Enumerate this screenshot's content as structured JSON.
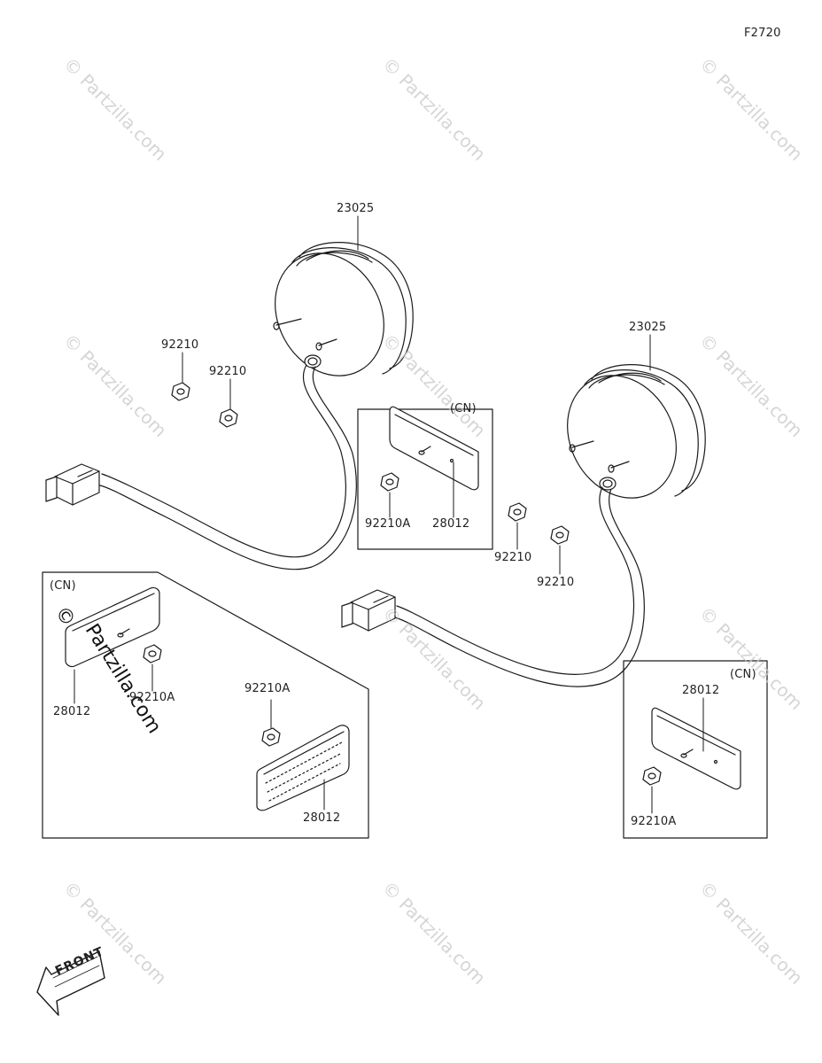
{
  "figure_code": "F2720",
  "parts": {
    "p_23025_left": "23025",
    "p_23025_right": "23025",
    "p_92210_a": "92210",
    "p_92210_b": "92210",
    "p_92210_c": "92210",
    "p_92210_d": "92210",
    "p_92210A_center": "92210A",
    "p_28012_center": "28012",
    "p_28012_bl_small": "28012",
    "p_92210A_bl_small": "92210A",
    "p_92210A_bl_big": "92210A",
    "p_28012_bl_big": "28012",
    "p_28012_br": "28012",
    "p_92210A_br": "92210A"
  },
  "variants": {
    "cn_center": "(CN)",
    "cn_bottom_left": "(CN)",
    "cn_bottom_right": "(CN)"
  },
  "front_label": "FRONT",
  "watermark": {
    "text": "© Partzilla.com",
    "big_copy": "©",
    "big_text": "Partzilla.com"
  }
}
